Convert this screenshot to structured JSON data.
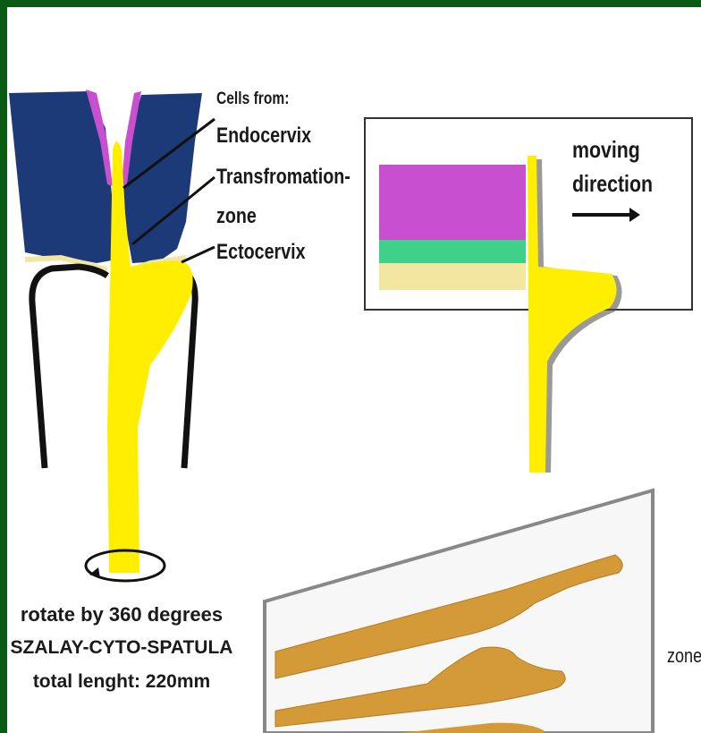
{
  "labels": {
    "cells_from": "Cells from:",
    "endocervix": "Endocervix",
    "transformation": "Transfromation-",
    "zone": "zone",
    "ectocervix": "Ectocervix",
    "moving": "moving",
    "direction": "direction",
    "rotate": "rotate by 360 degrees",
    "spatula_name": "SZALAY-CYTO-SPATULA",
    "total_length": "total lenght: 220mm",
    "cut_text": "zone"
  },
  "colors": {
    "background": "#0b5a14",
    "cervix_tissue": "#1c3a78",
    "endocervix_cells": "#c94fd1",
    "transformation_cells": "#3fd08a",
    "ectocervix_cells": "#f2e6a0",
    "spatula": "#ffee00",
    "wood": "#d49a38"
  }
}
